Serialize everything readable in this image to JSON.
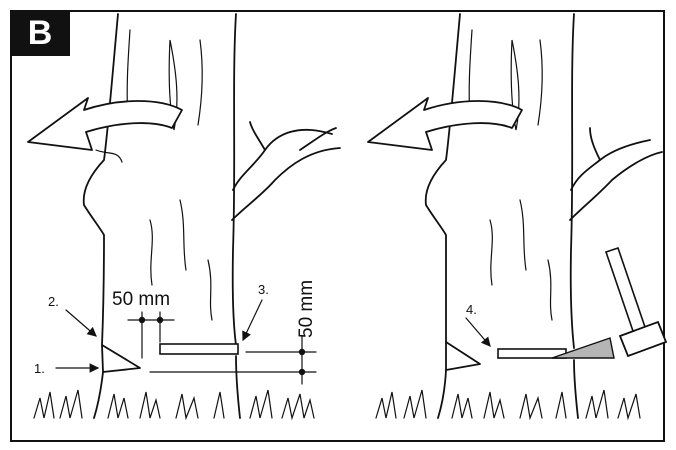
{
  "figure": {
    "badge": "B",
    "left_panel": {
      "labels": {
        "step1": "1.",
        "step2": "2.",
        "step3": "3."
      },
      "dimension_horizontal": "50 mm",
      "dimension_vertical": "50 mm"
    },
    "right_panel": {
      "labels": {
        "step4": "4."
      }
    },
    "icons": {
      "fall-direction": "curved-arrow-icon",
      "tool": "hammer-icon",
      "wedge": "wedge-icon"
    },
    "colors": {
      "ink": "#111111",
      "wedge_fill": "#b5b5b5",
      "paper": "#ffffff"
    }
  }
}
